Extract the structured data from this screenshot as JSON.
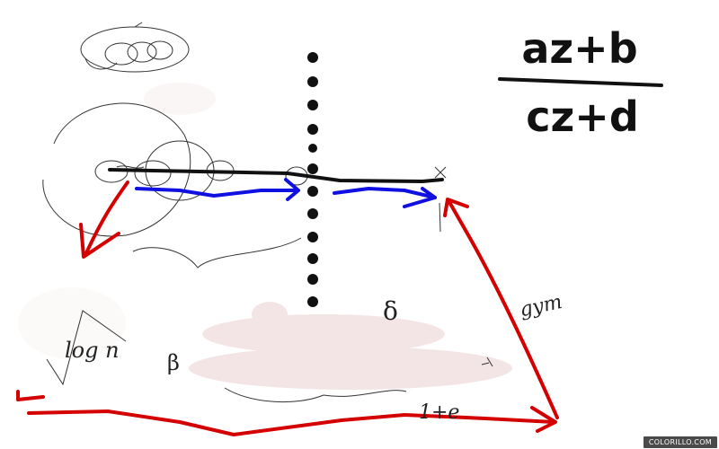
{
  "formula": {
    "numerator": "az+b",
    "denominator": "cz+d"
  },
  "annotations": {
    "log_label": "log n",
    "beta": "β",
    "delta": "δ",
    "one_plus_e": "1+e",
    "gym": "gym"
  },
  "watermark": "COLORILLO.COM",
  "colors": {
    "ink": "#111111",
    "red": "#d40000",
    "blue": "#1010e0",
    "pencil": "#333333",
    "smudge": "#f0dede",
    "watermark_bg": "#4a4a4a"
  }
}
